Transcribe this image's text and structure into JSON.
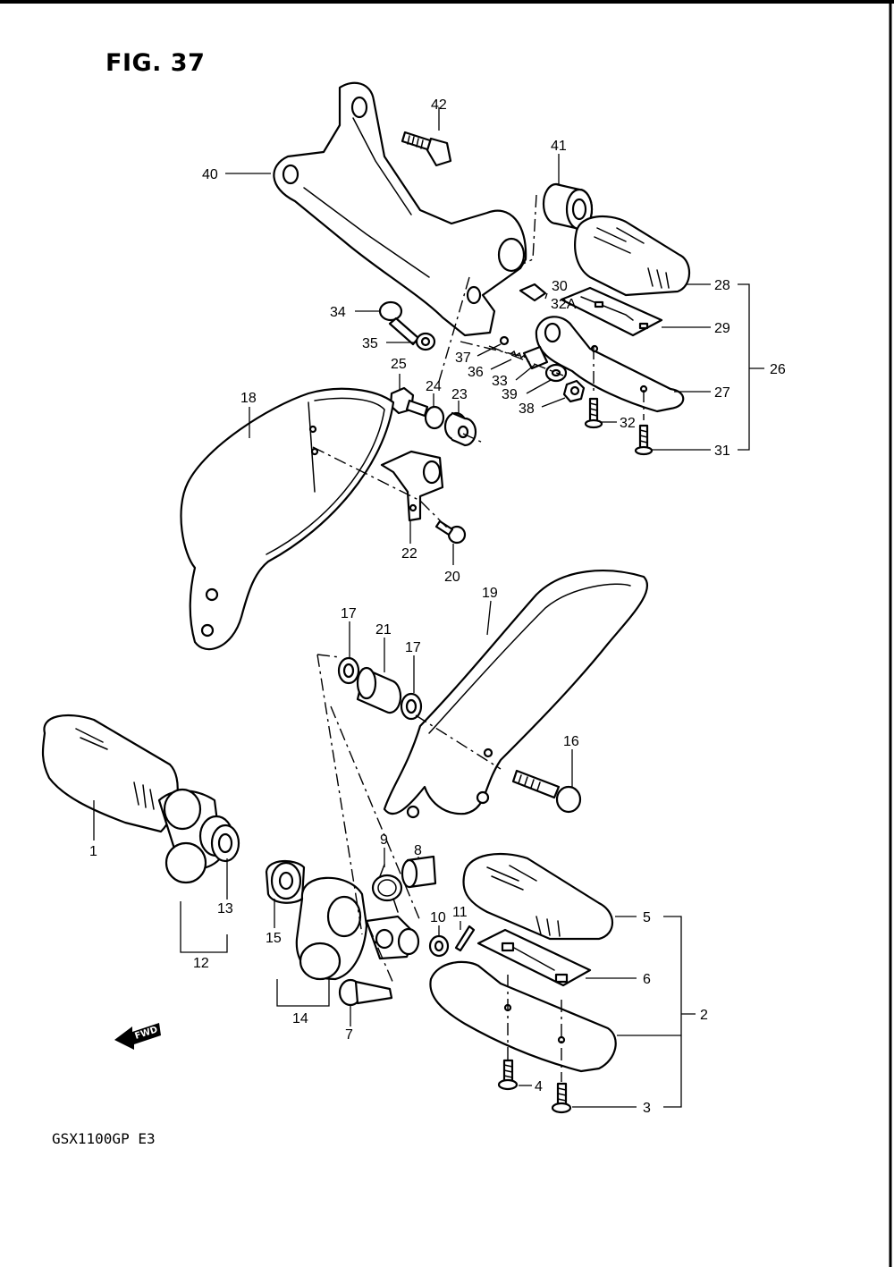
{
  "figure": {
    "title": "FIG. 37",
    "model_code": "GSX1100GP E3"
  },
  "fwd_arrow": {
    "text": "FWD",
    "icon": "fwd-arrow-icon"
  },
  "part_labels": [
    {
      "id": "p1",
      "text": "1"
    },
    {
      "id": "p2",
      "text": "2"
    },
    {
      "id": "p3",
      "text": "3"
    },
    {
      "id": "p4",
      "text": "4"
    },
    {
      "id": "p5",
      "text": "5"
    },
    {
      "id": "p6",
      "text": "6"
    },
    {
      "id": "p7",
      "text": "7"
    },
    {
      "id": "p8",
      "text": "8"
    },
    {
      "id": "p9",
      "text": "9"
    },
    {
      "id": "p10",
      "text": "10"
    },
    {
      "id": "p11",
      "text": "11"
    },
    {
      "id": "p12",
      "text": "12"
    },
    {
      "id": "p13",
      "text": "13"
    },
    {
      "id": "p14",
      "text": "14"
    },
    {
      "id": "p15",
      "text": "15"
    },
    {
      "id": "p16",
      "text": "16"
    },
    {
      "id": "p17a",
      "text": "17"
    },
    {
      "id": "p17b",
      "text": "17"
    },
    {
      "id": "p18",
      "text": "18"
    },
    {
      "id": "p19",
      "text": "19"
    },
    {
      "id": "p20",
      "text": "20"
    },
    {
      "id": "p21",
      "text": "21"
    },
    {
      "id": "p22",
      "text": "22"
    },
    {
      "id": "p23",
      "text": "23"
    },
    {
      "id": "p24",
      "text": "24"
    },
    {
      "id": "p25",
      "text": "25"
    },
    {
      "id": "p26",
      "text": "26"
    },
    {
      "id": "p27",
      "text": "27"
    },
    {
      "id": "p28",
      "text": "28"
    },
    {
      "id": "p29",
      "text": "29"
    },
    {
      "id": "p30",
      "text": "30"
    },
    {
      "id": "p31",
      "text": "31"
    },
    {
      "id": "p32",
      "text": "32"
    },
    {
      "id": "p32a",
      "text": "32A"
    },
    {
      "id": "p33",
      "text": "33"
    },
    {
      "id": "p34",
      "text": "34"
    },
    {
      "id": "p35",
      "text": "35"
    },
    {
      "id": "p36",
      "text": "36"
    },
    {
      "id": "p37",
      "text": "37"
    },
    {
      "id": "p38",
      "text": "38"
    },
    {
      "id": "p39",
      "text": "39"
    },
    {
      "id": "p40",
      "text": "40"
    },
    {
      "id": "p41",
      "text": "41"
    },
    {
      "id": "p42",
      "text": "42"
    }
  ]
}
